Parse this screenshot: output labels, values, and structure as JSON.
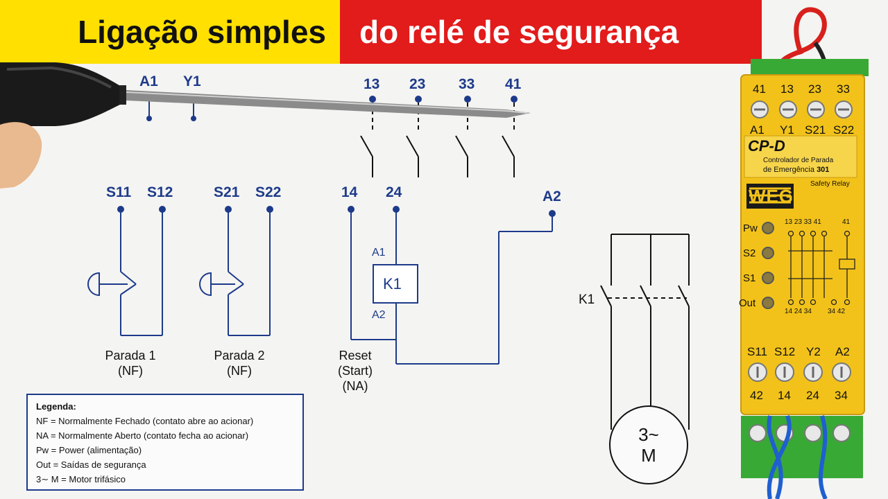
{
  "title": {
    "left": "Ligação simples",
    "right": "do relé de segurança"
  },
  "terminals": {
    "a1": "A1",
    "y1": "Y1",
    "t13": "13",
    "t23": "23",
    "t33": "33",
    "t41": "41",
    "s11": "S11",
    "s12": "S12",
    "s21": "S21",
    "s22": "S22",
    "t14": "14",
    "t24": "24",
    "a2": "A2"
  },
  "coil": {
    "label": "K1",
    "a1": "A1",
    "a2": "A2"
  },
  "captions": {
    "stop1": [
      "Parada 1",
      "(NF)"
    ],
    "stop2": [
      "Parada 2",
      "(NF)"
    ],
    "reset": [
      "Reset",
      "(Start)",
      "(NA)"
    ]
  },
  "motor": {
    "contactor": "K1",
    "symbol": "3~",
    "letter": "M"
  },
  "legend": {
    "heading": "Legenda:",
    "items": [
      "NF = Normalmente Fechado (contato abre ao acionar)",
      "NA = Normalmente Aberto (contato fecha ao acionar)",
      "Pw = Power (alimentação)",
      "Out = Saídas de segurança",
      "3∼ M = Motor trifásico"
    ]
  },
  "relay": {
    "top_terminals": [
      "41",
      "13",
      "23",
      "33"
    ],
    "top_labels": [
      "A1",
      "Y1",
      "S21",
      "S22"
    ],
    "model": "CP-D",
    "desc1": "Controlador de Parada",
    "desc2": "de Emergência",
    "desc_num": "301",
    "brand": "WEG",
    "type": "Safety Relay",
    "leds": [
      "Pw",
      "S2",
      "S1",
      "Out"
    ],
    "schematic_top": "13 23 33 41",
    "schematic_top_right": "41",
    "schematic_bottom": "14 24 34",
    "schematic_bottom_right": "34 42",
    "bottom_labels": [
      "S11",
      "S12",
      "Y2",
      "A2"
    ],
    "bottom_terminals": [
      "42",
      "14",
      "24",
      "34"
    ]
  },
  "colors": {
    "title_yellow": "#ffe000",
    "title_red": "#e21b1b",
    "diagram_blue": "#1d3a8a",
    "relay_yellow": "#f2c21a",
    "relay_green": "#39a935",
    "wire_blue": "#1f5fd0",
    "wire_red": "#d8201c"
  }
}
